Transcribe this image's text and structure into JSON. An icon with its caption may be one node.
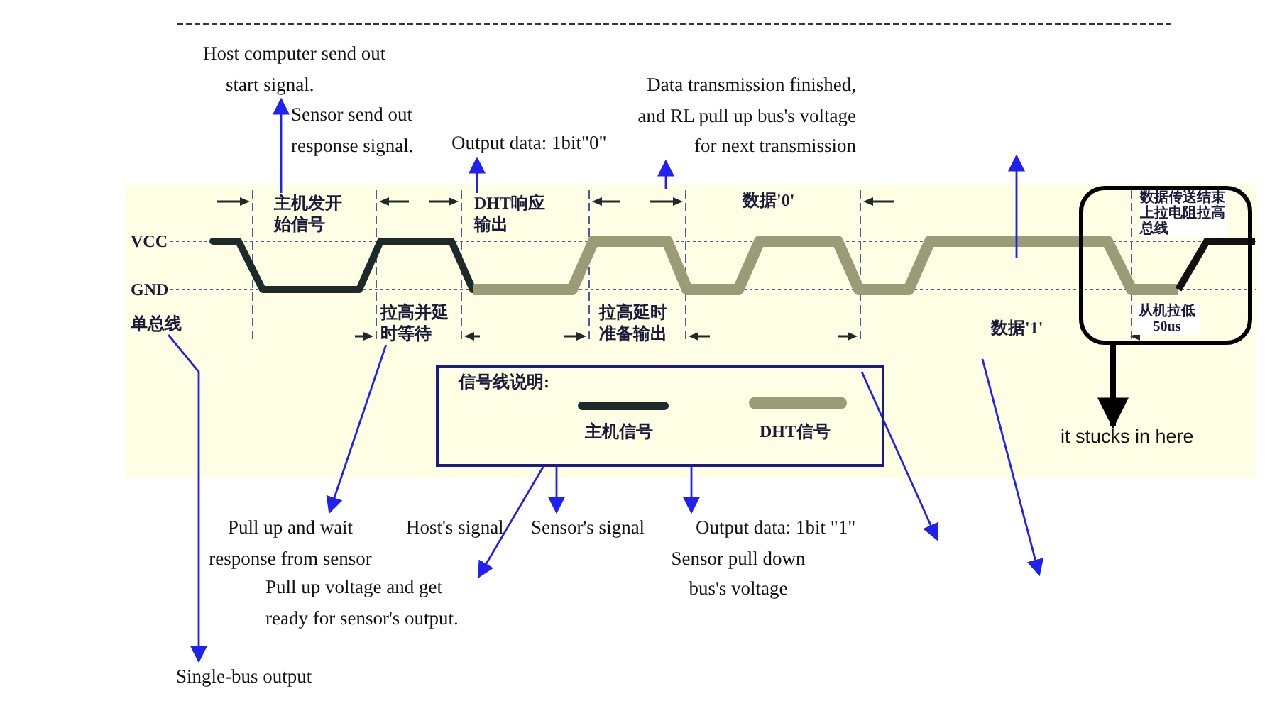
{
  "diagram": {
    "nodes": [
      {
        "text": [
          "Host computer send out start signal."
        ]
      },
      {
        "text": [
          "Data transmission finished, and RL pull up bus's voltage for next transmission"
        ]
      },
      {
        "text": [
          "Sensor send out response signal."
        ]
      },
      {
        "text": [
          "Output data: 1bit\"0\""
        ]
      },
      {
        "text": [
          "主机发开始信号"
        ]
      },
      {
        "text": [
          "DHT响应输出"
        ]
      },
      {
        "text": [
          "数据传送结束上拉电阻拉高总线",
          "从机拉低50us"
        ]
      },
      {
        "text": [
          "单总线"
        ]
      },
      {
        "text": [
          "拉高并延时等待"
        ]
      },
      {
        "text": [
          "拉高延时准备输出"
        ]
      },
      {
        "text": [
          "it stucks in here"
        ]
      },
      {
        "text": [
          "Pull up and wait response from sensor"
        ]
      },
      {
        "text": [
          "Host's signal"
        ]
      },
      {
        "text": [
          "Sensor's signal"
        ]
      },
      {
        "text": [
          "Output data: 1bit \"1\"",
          "Sensor pull down bus's voltage"
        ]
      },
      {
        "text": [
          "Pull up voltage and get ready for sensor's output."
        ]
      },
      {
        "text": [
          "Single-bus output"
        ]
      },
      {
        "text": [
          "信号线说明:"
        ]
      }
    ],
    "edges": [
      {
        "from": 4,
        "to": 0,
        "arrow": "to"
      },
      {
        "from": 5,
        "to": 3,
        "arrow": "to"
      },
      {
        "from": null,
        "to": 1,
        "arrow": "to"
      },
      {
        "from": 7,
        "to": 16,
        "arrow": "to"
      },
      {
        "from": 8,
        "to": 11,
        "arrow": "to"
      },
      {
        "from": 17,
        "to": 15,
        "arrow": "to"
      },
      {
        "from": 17,
        "to": 13,
        "arrow": "to"
      },
      {
        "from": 17,
        "to": 14,
        "arrow": "to"
      },
      {
        "from": 6,
        "to": 10,
        "arrow": "to",
        "style": "thick",
        "color": "#000000"
      }
    ],
    "labels": [
      "VCC",
      "GND",
      "数据'0'",
      "数据'1'"
    ],
    "legend": [
      {
        "text": "主机信号"
      },
      {
        "text": "DHT信号"
      }
    ]
  }
}
